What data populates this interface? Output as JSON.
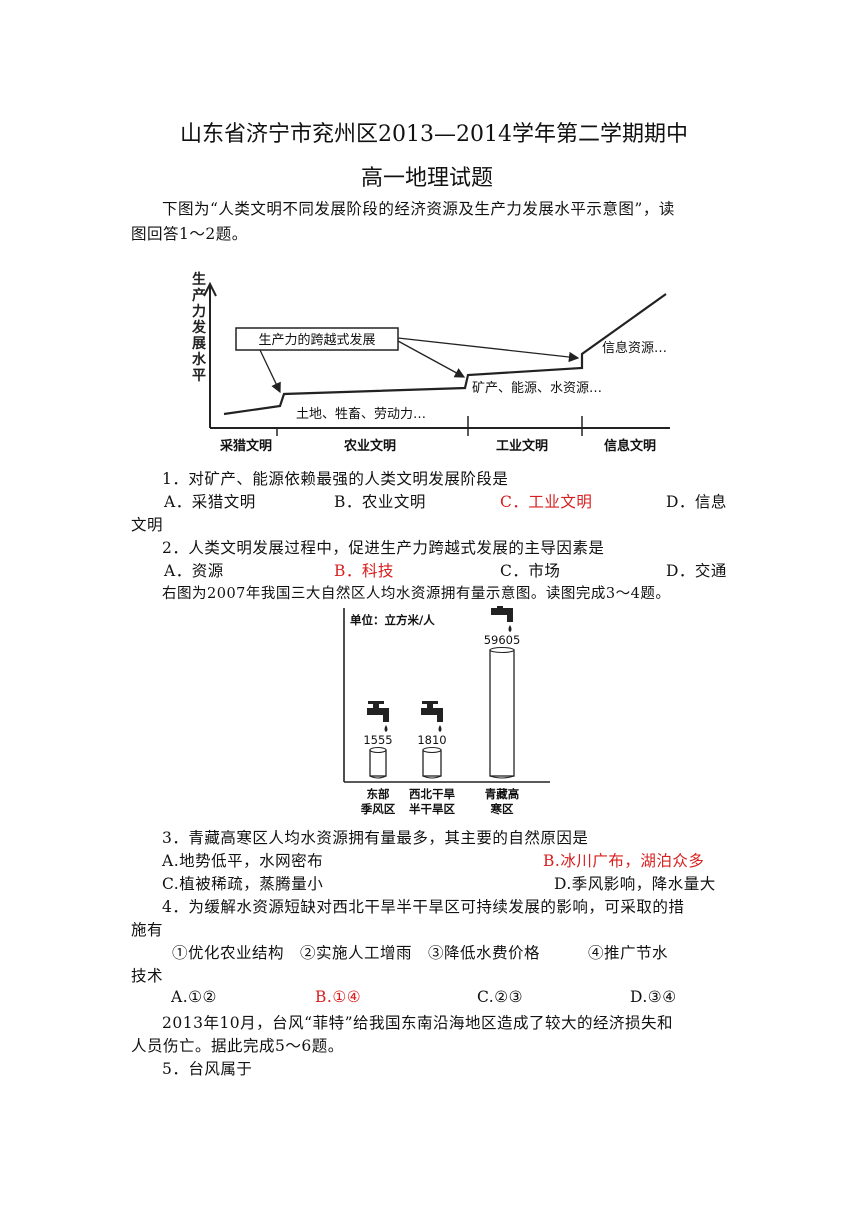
{
  "doc": {
    "title1": "山东省济宁市兖州区2013—2014学年第二学期期中",
    "title2": "高一地理试题",
    "intro1_l1": "下图为“人类文明不同发展阶段的经济资源及生产力发展水平示意图”，读",
    "intro1_l2": "图回答1～2题。",
    "q1": "1．对矿产、能源依赖最强的人类文明发展阶段是",
    "q1_opts": [
      "A．采猎文明",
      "B．农业文明",
      "C．工业文明",
      "D．信息"
    ],
    "q1_cont": "文明",
    "q2": "2．人类文明发展过程中，促进生产力跨越式发展的主导因素是",
    "q2_opts": [
      "A．资源",
      "B．科技",
      "C．市场",
      "D．交通"
    ],
    "intro2": "右图为2007年我国三大自然区人均水资源拥有量示意图。读图完成3～4题。",
    "q3": "3．青藏高寒区人均水资源拥有量最多，其主要的自然原因是",
    "q3_opts": [
      "A.地势低平，水网密布",
      "B.冰川广布，湖泊众多",
      "C.植被稀疏，蒸腾量小",
      "D.季风影响，降水量大"
    ],
    "q4_l1": "4．为缓解水资源短缺对西北干旱半干旱区可持续发展的影响，可采取的措",
    "q4_l2": "施有",
    "q4_items_l1": "①优化农业结构　②实施人工增雨　③降低水费价格　　　④推广节水",
    "q4_items_l2": "技术",
    "q4_opts": [
      "A.①②",
      "B.①④",
      "C.②③",
      "D.③④"
    ],
    "intro3_l1": "2013年10月，台风“菲特”给我国东南沿海地区造成了较大的经济损失和",
    "intro3_l2": "人员伤亡。据此完成5～6题。",
    "q5": "5．台风属于"
  },
  "figure1": {
    "ylabel_chars": [
      "生",
      "产",
      "力",
      "发",
      "展",
      "水",
      "平"
    ],
    "callout": "生产力的跨越式发展",
    "stage_labels": [
      "采猎文明",
      "农业文明",
      "工业文明",
      "信息文明"
    ],
    "resources": [
      "土地、牲畜、劳动力…",
      "矿产、能源、水资源…",
      "信息资源…"
    ]
  },
  "chart_data": {
    "type": "bar",
    "title": "",
    "unit_label": "单位：立方米/人",
    "categories": [
      [
        "东部",
        "季风区"
      ],
      [
        "西北干旱",
        "半干旱区"
      ],
      [
        "青藏高",
        "寒区"
      ]
    ],
    "values": [
      1555,
      1810,
      59605
    ],
    "value_labels": [
      "1555",
      "1810",
      "59605"
    ]
  }
}
